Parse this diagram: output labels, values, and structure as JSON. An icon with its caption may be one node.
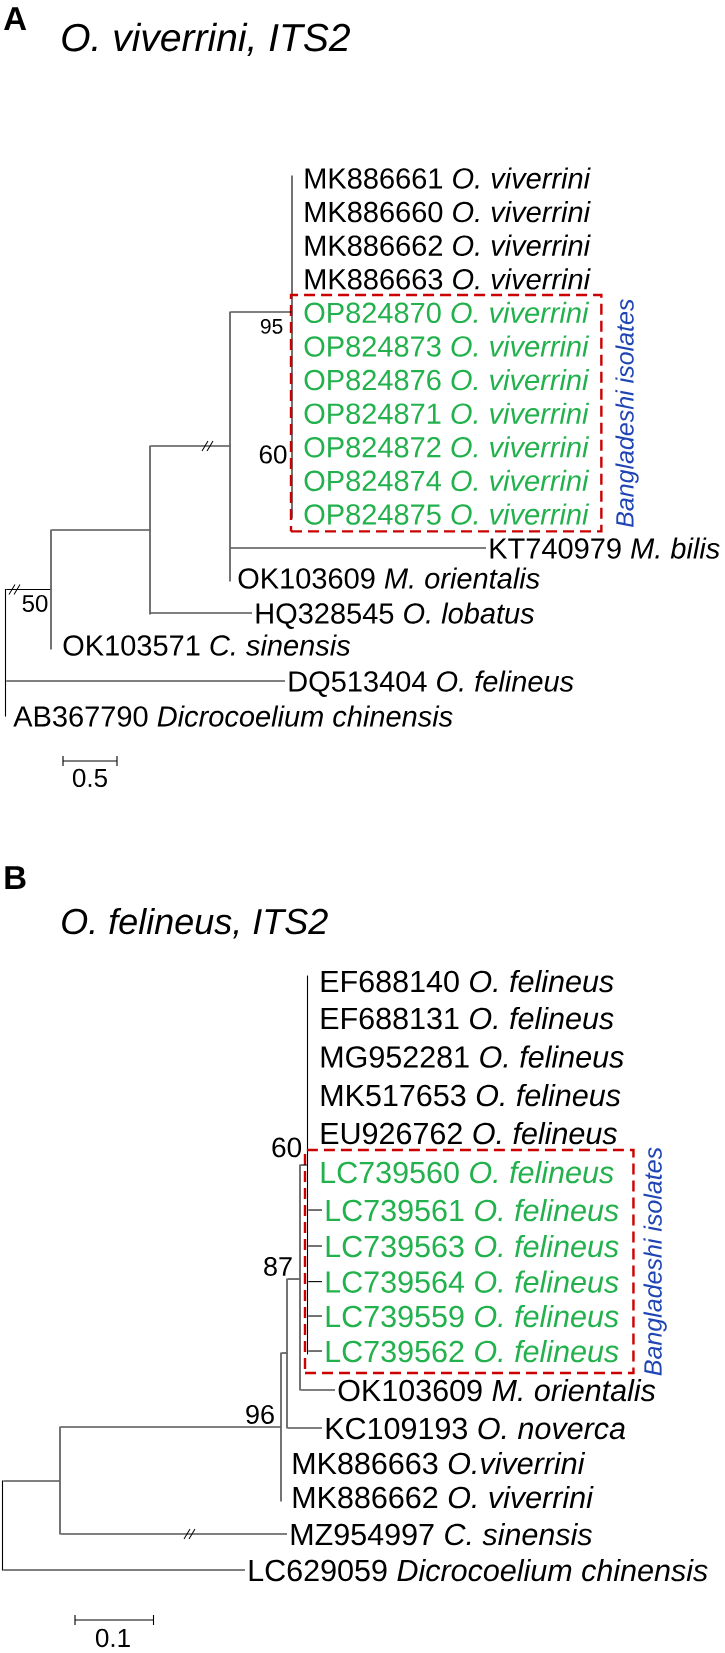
{
  "diagram": {
    "nodes": [
      {
        "text": [
          "MK886661 *O. viverrini*"
        ]
      },
      {
        "text": [
          "MK886660 *O. viverrini*"
        ]
      },
      {
        "text": [
          "MK886662 *O. viverrini*"
        ]
      },
      {
        "text": [
          "MK886663 *O. viverrini*"
        ]
      },
      {
        "text": [
          "Bangladeshi isolates"
        ]
      },
      {
        "text": [
          "OP824870 *O. viverrini*"
        ],
        "in": 4
      },
      {
        "text": [
          "OP824873 *O. viverrini*"
        ],
        "in": 4
      },
      {
        "text": [
          "OP824876 *O. viverrini*"
        ],
        "in": 4
      },
      {
        "text": [
          "OP824871 *O. viverrini*"
        ],
        "in": 4
      },
      {
        "text": [
          "OP824872 *O. viverrini*"
        ],
        "in": 4
      },
      {
        "text": [
          "OP824874 *O. viverrini*"
        ],
        "in": 4
      },
      {
        "text": [
          "OP824875 *O. viverrini*"
        ],
        "in": 4
      },
      {
        "text": [
          "KT740979 *M. bilis*"
        ]
      },
      {
        "text": [
          "OK103609 *M. orientalis*"
        ]
      },
      {
        "text": [
          "HQ328545 *O. lobatus*"
        ]
      },
      {
        "text": [
          "OK103571 *C. sinensis*"
        ]
      },
      {
        "text": [
          "DQ513404 *O. felineus*"
        ]
      },
      {
        "text": [
          "AB367790 *Dicrocoelium chinensis*"
        ]
      },
      {
        "text": [
          "EF688140 *O. felineus*"
        ]
      },
      {
        "text": [
          "EF688131 *O. felineus*"
        ]
      },
      {
        "text": [
          "MG952281 *O. felineus*"
        ]
      },
      {
        "text": [
          "MK517653 *O. felineus*"
        ]
      },
      {
        "text": [
          "EU926762 *O. felineus*"
        ]
      },
      {
        "text": [
          "Bangladeshi isolates"
        ]
      },
      {
        "text": [
          "LC739560 *O. felineus*"
        ],
        "in": 23
      },
      {
        "text": [
          "LC739561 *O. felineus*"
        ],
        "in": 23
      },
      {
        "text": [
          "LC739563 *O. felineus*"
        ],
        "in": 23
      },
      {
        "text": [
          "LC739564 *O. felineus*"
        ],
        "in": 23
      },
      {
        "text": [
          "LC739559 *O. felineus*"
        ],
        "in": 23
      },
      {
        "text": [
          "LC739562 *O. felineus*"
        ],
        "in": 23
      },
      {
        "text": [
          "OK103609 *M. orientalis*"
        ]
      },
      {
        "text": [
          "KC109193 *O. noverca*"
        ]
      },
      {
        "text": [
          "MK886663 *O.viverrini*"
        ]
      },
      {
        "text": [
          "MK886662 *O. viverrini*"
        ]
      },
      {
        "text": [
          "MZ954997 *C. sinensis*"
        ]
      },
      {
        "text": [
          "LC629059 *Dicrocoelium chinensis*"
        ]
      },
      {
        "text": [],
        "shape": "bar"
      },
      {
        "text": [],
        "shape": "bar"
      },
      {
        "text": [],
        "shape": "bar"
      },
      {
        "text": [],
        "shape": "bar"
      },
      {
        "text": [],
        "shape": "bar"
      },
      {
        "text": [],
        "shape": "bar"
      },
      {
        "text": [],
        "shape": "bar"
      },
      {
        "text": [],
        "shape": "bar"
      },
      {
        "text": [],
        "shape": "bar"
      },
      {
        "text": [],
        "shape": "bar"
      },
      {
        "text": [],
        "shape": "bar"
      }
    ],
    "edges": [
      {
        "from": 36,
        "to": 37,
        "arrow": "none"
      },
      {
        "from": 36,
        "to": 16,
        "arrow": "none"
      },
      {
        "from": 37,
        "to": 38,
        "arrow": "none"
      },
      {
        "from": 38,
        "to": 39,
        "arrow": "none"
      },
      {
        "from": 38,
        "to": 14,
        "arrow": "none"
      },
      {
        "from": 39,
        "to": 40,
        "arrow": "none"
      },
      {
        "from": 39,
        "to": 12,
        "arrow": "none"
      },
      {
        "from": 41,
        "to": 42,
        "arrow": "none"
      },
      {
        "from": 41,
        "to": 35,
        "arrow": "none"
      },
      {
        "from": 42,
        "to": 43,
        "arrow": "none"
      },
      {
        "from": 42,
        "to": 34,
        "arrow": "none"
      },
      {
        "from": 43,
        "to": 44,
        "arrow": "none"
      },
      {
        "from": 44,
        "to": 45,
        "arrow": "none"
      },
      {
        "from": 44,
        "to": 31,
        "arrow": "none"
      },
      {
        "from": 45,
        "to": 46,
        "arrow": "none"
      },
      {
        "from": 45,
        "to": 30,
        "arrow": "none"
      },
      {
        "from": 46,
        "to": 25,
        "arrow": "none"
      },
      {
        "from": 46,
        "to": 26,
        "arrow": "none"
      },
      {
        "from": 46,
        "to": 27,
        "arrow": "none"
      },
      {
        "from": 46,
        "to": 28,
        "arrow": "none"
      },
      {
        "from": 46,
        "to": 29,
        "arrow": "none"
      }
    ],
    "labels": [
      "A",
      "O. viverrini, ITS2",
      "95",
      "60",
      "50",
      "0.5",
      "B",
      "O. felineus, ITS2",
      "60",
      "87",
      "96",
      "0.1"
    ]
  }
}
